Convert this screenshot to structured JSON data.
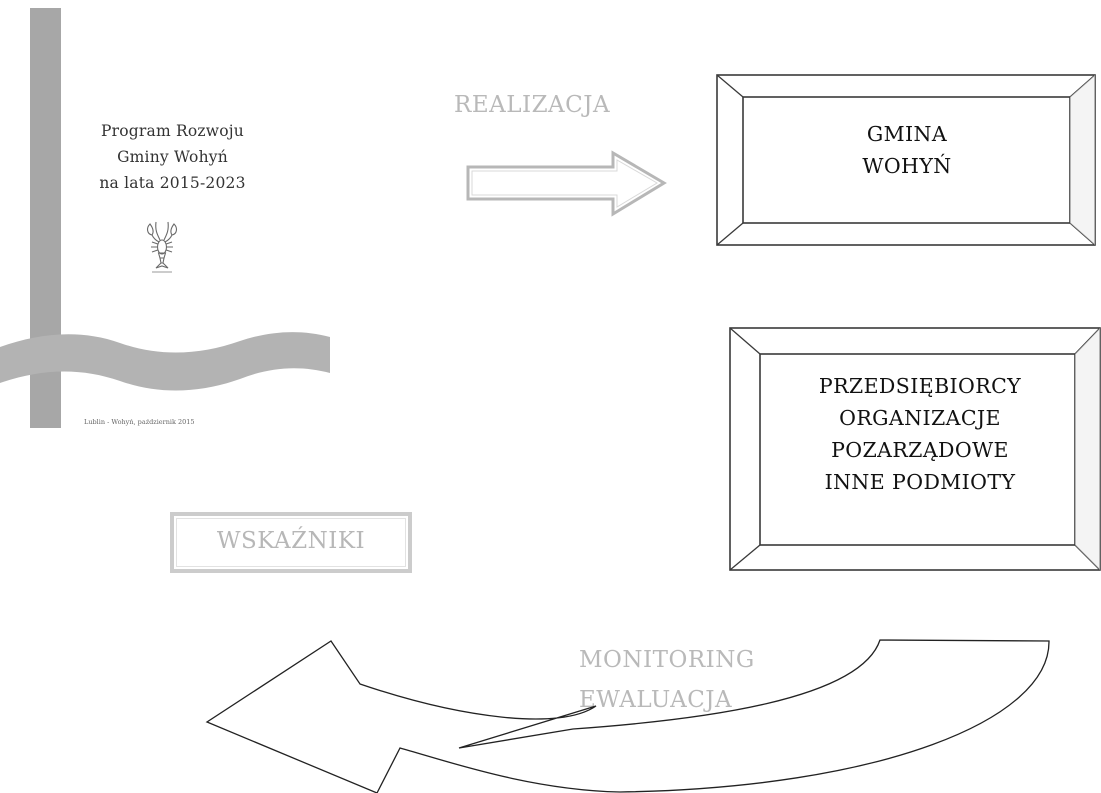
{
  "cover": {
    "title_lines": [
      "Program Rozwoju",
      "Gminy Wohyń",
      "na lata 2015-2023"
    ],
    "footer": "Lublin - Wohyń, październik 2015",
    "emblem_icon": "crayfish-coat-of-arms-icon",
    "bar_color": "#a7a7a7",
    "wave_color": "#b3b3b3"
  },
  "labels": {
    "realizacja": "REALIZACJA",
    "monitoring_lines": [
      "MONITORING",
      "EWALUACJA"
    ],
    "wskazniki": "WSKAŹNIKI"
  },
  "boxes": {
    "gmina_lines": [
      "GMINA",
      "WOHYŃ"
    ],
    "przedsiebiorcy_lines": [
      "PRZEDSIĘBIORCY",
      "ORGANIZACJE",
      "POZARZĄDOWE",
      "INNE PODMIOTY"
    ]
  },
  "colors": {
    "faint_text": "#b9b9b9",
    "box_border": "#444444",
    "box_text": "#111111"
  }
}
